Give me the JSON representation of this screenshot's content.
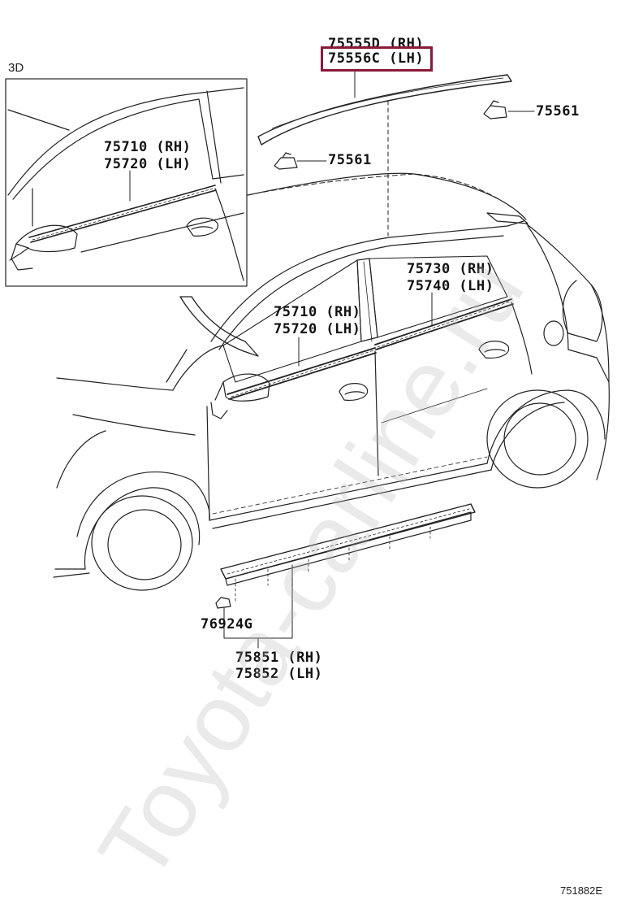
{
  "inset": {
    "title": "3D",
    "label_a": "75710 (RH)",
    "label_b": "75720 (LH)"
  },
  "parts": {
    "roof_rh": "75555D (RH)",
    "roof_lh": "75556C (LH)",
    "clip_rear": "75561",
    "clip_front": "75561",
    "rear_rh": "75730 (RH)",
    "rear_lh": "75740 (LH)",
    "front_rh": "75710 (RH)",
    "front_lh": "75720 (LH)",
    "clip_rocker": "76924G",
    "rocker_rh": "75851 (RH)",
    "rocker_lh": "75852 (LH)"
  },
  "figure_code": "751882E",
  "watermark": "Toyota-carline.ru",
  "highlight_color": "#8b1a3a"
}
